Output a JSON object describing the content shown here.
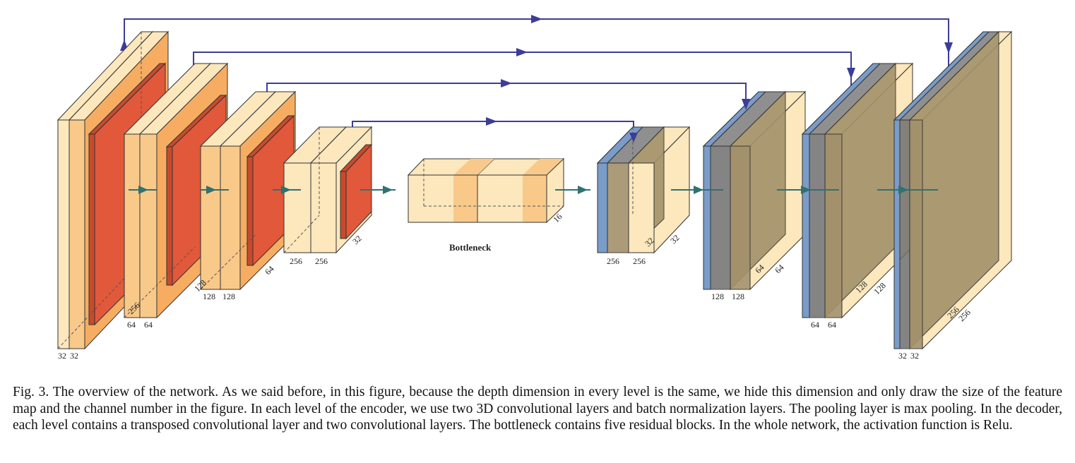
{
  "caption": {
    "text": "Fig. 3.  The overview of the network. As we said before, in this figure, because the depth dimension in every level is the same, we hide this dimension and only draw the size of the feature map and the channel number in the figure. In each level of the encoder, we use two 3D convolutional layers and batch normalization layers. The pooling layer is max pooling. In the decoder, each level contains a transposed convolutional layer and two convolutional layers. The bottleneck contains five residual blocks. In the whole network, the activation function is Relu."
  },
  "bottleneck": {
    "label": "Bottleneck",
    "depth_label": "16"
  },
  "encoder": [
    {
      "channels": [
        "32",
        "32"
      ],
      "size": ""
    },
    {
      "channels": [
        "64",
        "64"
      ],
      "size": "256"
    },
    {
      "channels": [
        "128",
        "128"
      ],
      "size": "128"
    },
    {
      "channels": [
        "256",
        "256"
      ],
      "size": "64"
    },
    {
      "size": "32"
    }
  ],
  "decoder": [
    {
      "channels": [
        "256",
        "256"
      ],
      "size": "32",
      "size_front": "32"
    },
    {
      "channels": [
        "128",
        "128"
      ],
      "size": "64",
      "size_front": "64"
    },
    {
      "channels": [
        "64",
        "64"
      ],
      "size": "128",
      "size_front": "128"
    },
    {
      "channels": [
        "32",
        "32"
      ],
      "size": "256",
      "size_front": "256"
    }
  ],
  "colors": {
    "feature_light": "#fde7bd",
    "feature_mid": "#f9c98a",
    "feature_orange": "#f6ad62",
    "pool_red": "#e2583a",
    "upconv_blue": "#7a9cc8",
    "concat_olive": "#a3916a",
    "skip_arrow": "#3d3d99",
    "flow_arrow": "#2f7272"
  }
}
